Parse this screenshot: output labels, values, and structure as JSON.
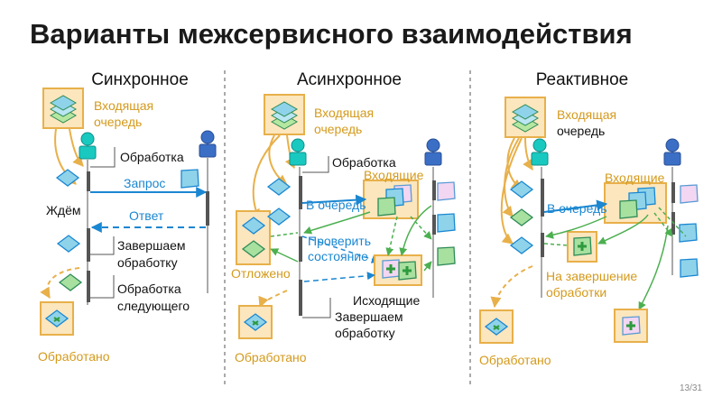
{
  "title": "Варианты межсервисного взаимодействия",
  "page_number": "13/31",
  "colors": {
    "orange": "#e8b04a",
    "orange_fill": "#fbe6bd",
    "blue": "#1b87d1",
    "green": "#4caf50",
    "teal_person": "#19c9c0",
    "blue_person": "#3b6fc6"
  },
  "sync": {
    "heading": "Синхронное",
    "incoming_queue": [
      "Входящая",
      "очередь"
    ],
    "processing": "Обработка",
    "request": "Запрос",
    "waiting": "Ждём",
    "response": "Ответ",
    "finish": [
      "Завершаем",
      "обработку"
    ],
    "next": [
      "Обработка",
      "следующего"
    ],
    "done": "Обработано"
  },
  "async": {
    "heading": "Асинхронное",
    "incoming_queue": [
      "Входящая",
      "очередь"
    ],
    "processing": "Обработка",
    "incoming": "Входящие",
    "to_queue": "В очередь",
    "check_state": [
      "Проверить",
      "состояние"
    ],
    "deferred": "Отложено",
    "outgoing": "Исходящие",
    "finish": [
      "Завершаем",
      "обработку"
    ],
    "done": "Обработано"
  },
  "reactive": {
    "heading": "Реактивное",
    "incoming_queue": [
      "Входящая",
      "очередь"
    ],
    "incoming": "Входящие",
    "to_queue": "В очередь",
    "to_finish": [
      "На завершение",
      "обработки"
    ],
    "done": "Обработано"
  }
}
